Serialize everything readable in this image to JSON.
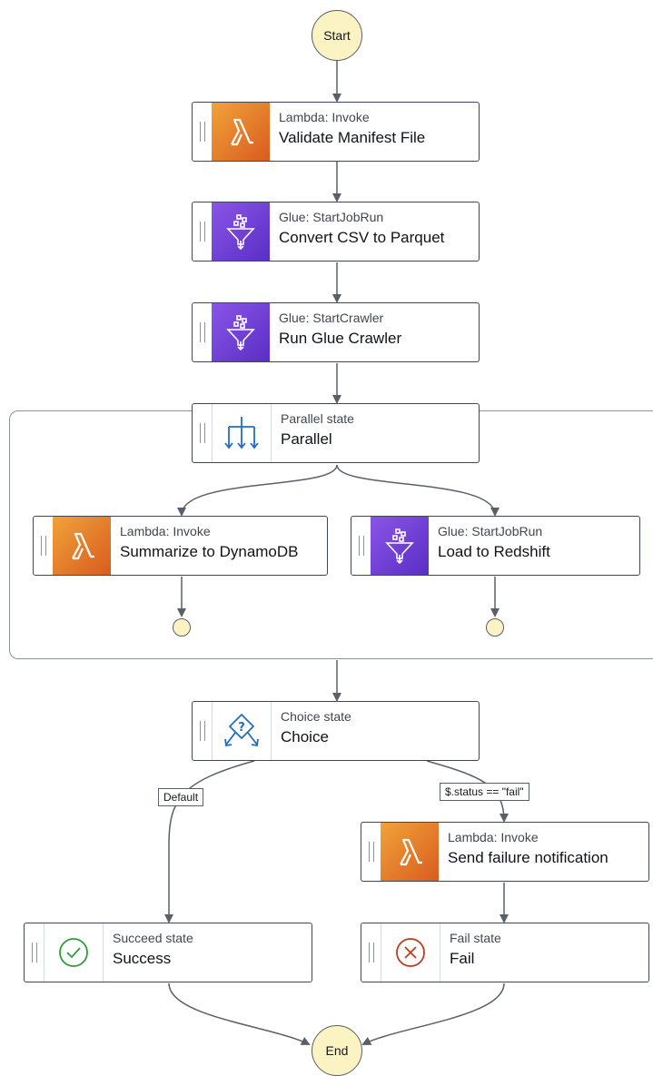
{
  "start_label": "Start",
  "end_label": "End",
  "states": {
    "validate": {
      "type": "Lambda: Invoke",
      "name": "Validate Manifest File",
      "icon": "lambda-icon"
    },
    "convert": {
      "type": "Glue: StartJobRun",
      "name": "Convert CSV to Parquet",
      "icon": "glue-icon"
    },
    "crawler": {
      "type": "Glue: StartCrawler",
      "name": "Run Glue Crawler",
      "icon": "glue-icon"
    },
    "parallel": {
      "type": "Parallel state",
      "name": "Parallel",
      "icon": "parallel-icon"
    },
    "summarize": {
      "type": "Lambda: Invoke",
      "name": "Summarize to DynamoDB",
      "icon": "lambda-icon"
    },
    "redshift": {
      "type": "Glue: StartJobRun",
      "name": "Load to Redshift",
      "icon": "glue-icon"
    },
    "choice": {
      "type": "Choice state",
      "name": "Choice",
      "icon": "choice-icon"
    },
    "notify": {
      "type": "Lambda: Invoke",
      "name": "Send failure notification",
      "icon": "lambda-icon"
    },
    "success": {
      "type": "Succeed state",
      "name": "Success",
      "icon": "check-circle-icon"
    },
    "fail": {
      "type": "Fail state",
      "name": "Fail",
      "icon": "x-circle-icon"
    }
  },
  "edge_labels": {
    "default": "Default",
    "fail_rule": "$.status == \"fail\""
  },
  "colors": {
    "lambda": "#e47a2a",
    "glue": "#7343de",
    "circle_fill": "#fbf3c2",
    "edge": "#596069",
    "icon_blue": "#1f6ec2",
    "success_green": "#2e9d3a",
    "fail_red": "#c23a1c"
  }
}
